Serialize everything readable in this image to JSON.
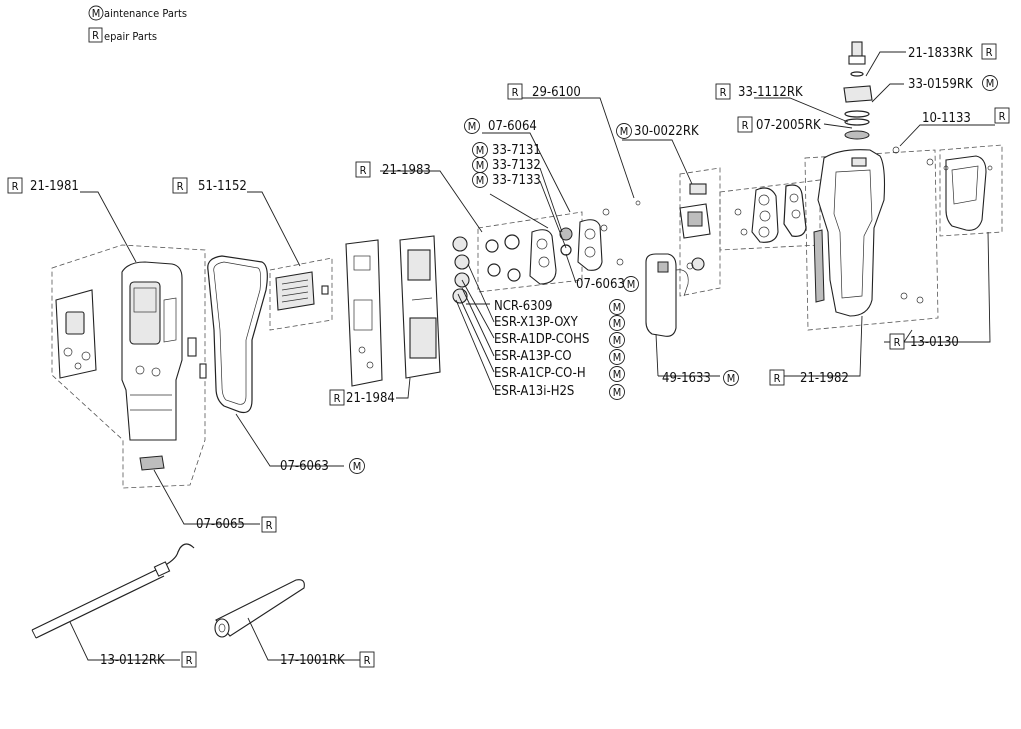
{
  "legend": {
    "maintenance_symbol": "M",
    "maintenance_text": "aintenance Parts",
    "repair_symbol": "R",
    "repair_text": "epair Parts"
  },
  "markers": {
    "M": "M",
    "R": "R"
  },
  "part_numbers": {
    "p21_1981": "21-1981",
    "p51_1152": "51-1152",
    "p21_1983": "21-1983",
    "p07_6064": "07-6064",
    "p33_7131": "33-7131",
    "p33_7132": "33-7132",
    "p33_7133": "33-7133",
    "p29_6100": "29-6100",
    "p30_0022RK": "30-0022RK",
    "p33_1112RK": "33-1112RK",
    "p07_2005RK": "07-2005RK",
    "p21_1833RK": "21-1833RK",
    "p33_0159RK": "33-0159RK",
    "p10_1133": "10-1133",
    "p13_0130": "13-0130",
    "p21_1982": "21-1982",
    "p49_1633": "49-1633",
    "p07_6063_top": "07-6063",
    "p21_1984": "21-1984",
    "p07_6063_bottom": "07-6063",
    "p07_6065": "07-6065",
    "p13_0112RK": "13-0112RK",
    "p17_1001RK": "17-1001RK"
  },
  "sensors": [
    "NCR-6309",
    "ESR-X13P-OXY",
    "ESR-A1DP-COHS",
    "ESR-A13P-CO",
    "ESR-A1CP-CO-H",
    "ESR-A13i-H2S"
  ]
}
